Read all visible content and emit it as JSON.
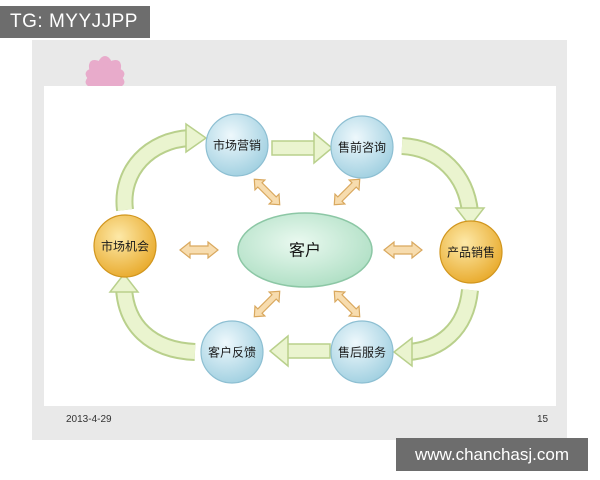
{
  "watermark_top": "TG: MYYJJPP",
  "watermark_bottom": "www.chanchasj.com",
  "footer": {
    "date": "2013-4-29",
    "page": "15"
  },
  "diagram": {
    "center": "客户",
    "nodes": {
      "market_marketing": "市场营销",
      "presale_consult": "售前咨询",
      "product_sales": "产品销售",
      "aftersale_service": "售后服务",
      "customer_feedback": "客户反馈",
      "market_opportunity": "市场机会"
    }
  },
  "colors": {
    "blue_node": "#bfe0ec",
    "orange_node": "#f5c04a",
    "center_fill": "#c8ecd7",
    "flow_arrow": "#e3f0c0",
    "double_arrow": "#f6d9a8"
  }
}
